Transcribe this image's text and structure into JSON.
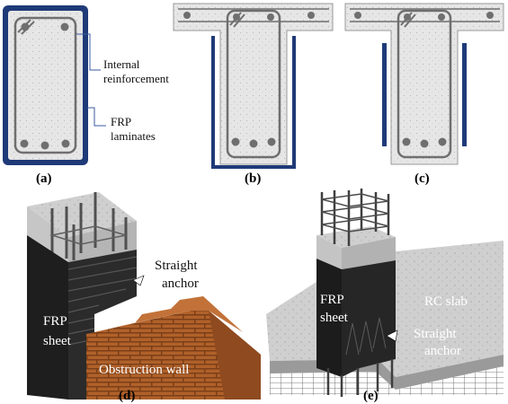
{
  "panels": {
    "a": {
      "label": "(a)",
      "internal_reinforcement": [
        "Internal",
        "reinforcement"
      ],
      "frp_laminates": [
        "FRP",
        "laminates"
      ]
    },
    "b": {
      "label": "(b)"
    },
    "c": {
      "label": "(c)"
    },
    "d": {
      "label": "(d)",
      "frp_sheet": [
        "FRP",
        "sheet"
      ],
      "straight_anchor": [
        "Straight",
        "anchor"
      ],
      "obstruction_wall": "Obstruction wall"
    },
    "e": {
      "label": "(e)",
      "frp_sheet": [
        "FRP",
        "sheet"
      ],
      "rc_slab": "RC slab",
      "straight_anchor": [
        "Straight",
        "anchor"
      ]
    }
  },
  "colors": {
    "frp_laminate": "#1f3a78",
    "concrete": "#e4e4e4",
    "rebar": "#6f6f6f",
    "frp_sheet": "#2c2c2c",
    "brick": "#b0612a"
  }
}
